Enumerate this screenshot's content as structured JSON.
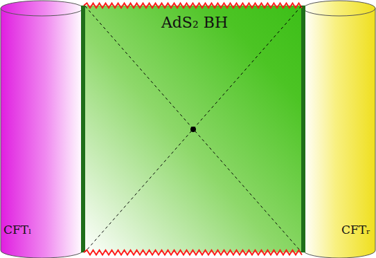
{
  "diagram": {
    "nodes": [
      {
        "text": [
          "CFTₗ"
        ]
      },
      {
        "text": [
          "AdS₂ BH"
        ]
      },
      {
        "text": [
          "CFTᵣ"
        ]
      }
    ]
  }
}
